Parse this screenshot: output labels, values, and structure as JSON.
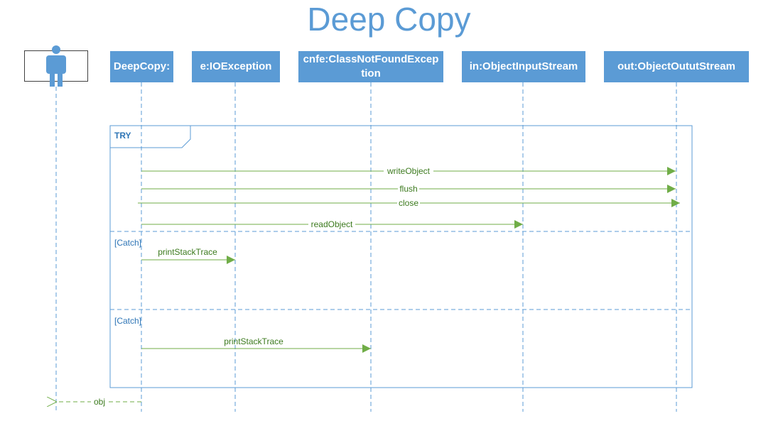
{
  "title": "Deep Copy",
  "actor": {
    "icon": "person-icon"
  },
  "lifelines": [
    {
      "id": "deepcopy",
      "label": "DeepCopy:"
    },
    {
      "id": "ioexception",
      "label": "e:IOException"
    },
    {
      "id": "cnfe",
      "label": "cnfe:ClassNotFoundException"
    },
    {
      "id": "input",
      "label": "in:ObjectInputStream"
    },
    {
      "id": "output",
      "label": "out:ObjectOututStream"
    }
  ],
  "fragment": {
    "operator": "TRY",
    "guards": [
      "[Catch]",
      "[Catch]"
    ]
  },
  "messages": [
    {
      "label": "writeObject",
      "from": "deepcopy",
      "to": "output"
    },
    {
      "label": "flush",
      "from": "deepcopy",
      "to": "output"
    },
    {
      "label": "close",
      "from": "deepcopy",
      "to": "output"
    },
    {
      "label": "readObject",
      "from": "deepcopy",
      "to": "input"
    },
    {
      "label": "printStackTrace",
      "from": "deepcopy",
      "to": "ioexception"
    },
    {
      "label": "printStackTrace",
      "from": "deepcopy",
      "to": "cnfe"
    }
  ],
  "return_message": {
    "label": "obj",
    "from": "deepcopy",
    "to": "actor"
  },
  "colors": {
    "lifeline_fill": "#5b9bd5",
    "frame_border": "#5b9bd5",
    "message": "#70ad47",
    "title": "#5b9bd5",
    "actor": "#5b9bd5"
  }
}
